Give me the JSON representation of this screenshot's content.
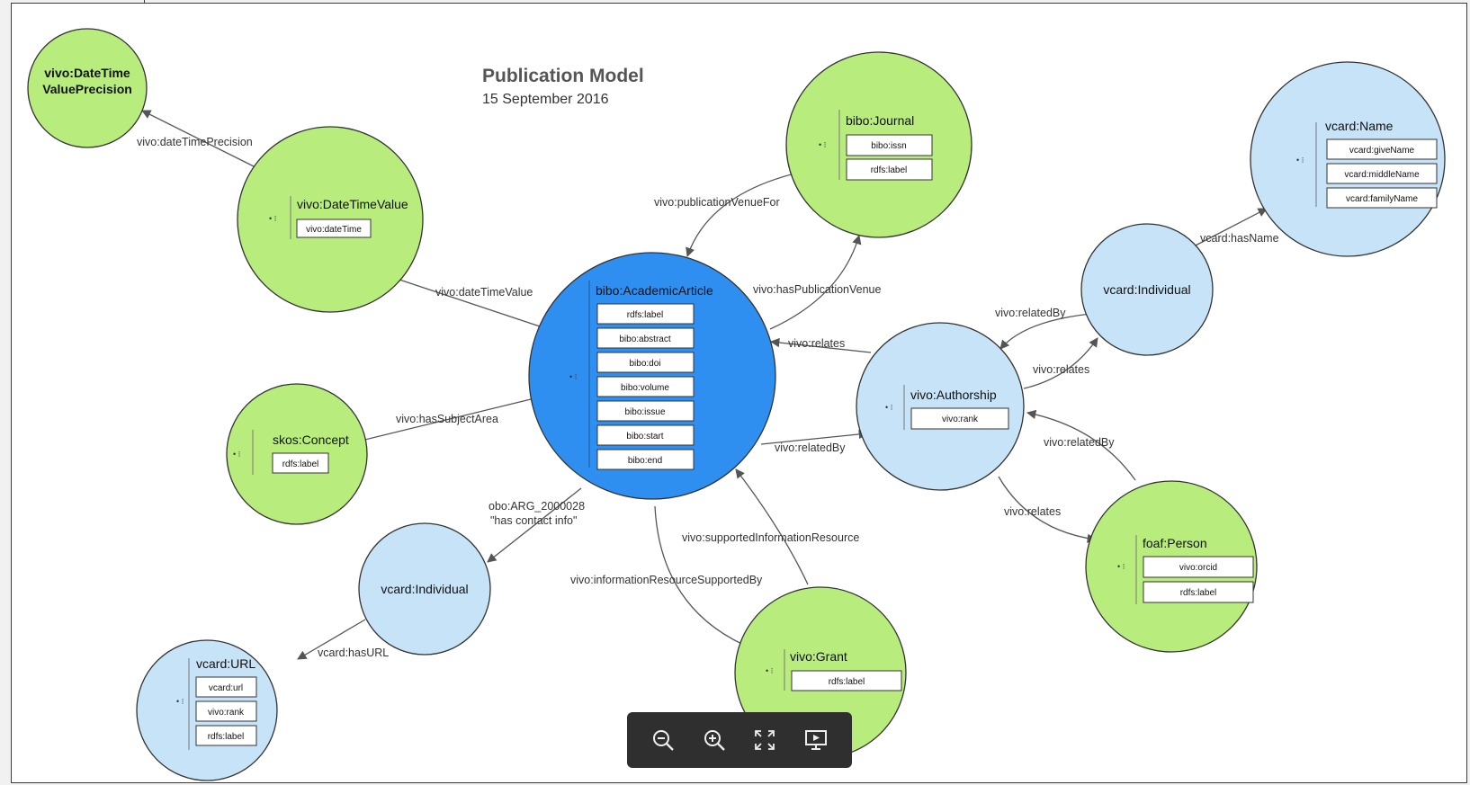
{
  "title": "Publication Model",
  "date": "15 September 2016",
  "colors": {
    "green": "#b8ec7c",
    "light_blue": "#c6e3f8",
    "blue": "#2e8ff0",
    "toolbar": "#2f2f2f"
  },
  "nodes": {
    "precision": {
      "title_line1": "vivo:DateTime",
      "title_line2": "ValuePrecision",
      "color": "green"
    },
    "datetimevalue": {
      "title": "vivo:DateTimeValue",
      "props": [
        "vivo:dateTime"
      ],
      "color": "green"
    },
    "journal": {
      "title": "bibo:Journal",
      "props": [
        "bibo:issn",
        "rdfs:label"
      ],
      "color": "green"
    },
    "name": {
      "title": "vcard:Name",
      "props": [
        "vcard:giveName",
        "vcard:middleName",
        "vcard:familyName"
      ],
      "color": "light_blue"
    },
    "article": {
      "title": "bibo:AcademicArticle",
      "props": [
        "rdfs:label",
        "bibo:abstract",
        "bibo:doi",
        "bibo:volume",
        "bibo:issue",
        "bibo:start",
        "bibo:end"
      ],
      "color": "blue"
    },
    "individual_right": {
      "title": "vcard:Individual",
      "color": "light_blue"
    },
    "authorship": {
      "title": "vivo:Authorship",
      "props": [
        "vivo:rank"
      ],
      "color": "light_blue"
    },
    "concept": {
      "title": "skos:Concept",
      "props": [
        "rdfs:label"
      ],
      "color": "green"
    },
    "individual_left": {
      "title": "vcard:Individual",
      "color": "light_blue"
    },
    "url": {
      "title": "vcard:URL",
      "props": [
        "vcard:url",
        "vivo:rank",
        "rdfs:label"
      ],
      "color": "light_blue"
    },
    "grant": {
      "title": "vivo:Grant",
      "props": [
        "rdfs:label"
      ],
      "color": "green"
    },
    "person": {
      "title": "foaf:Person",
      "props": [
        "vivo:orcid",
        "rdfs:label"
      ],
      "color": "green"
    }
  },
  "edges": {
    "dateTimePrecision": "vivo:dateTimePrecision",
    "dateTimeValue": "vivo:dateTimeValue",
    "publicationVenueFor": "vivo:publicationVenueFor",
    "hasPublicationVenue": "vivo:hasPublicationVenue",
    "hasName": "vcard:hasName",
    "relatedBy_top": "vivo:relatedBy",
    "relates_top": "vivo:relates",
    "relates_mid": "vivo:relates",
    "relatedBy_article": "vivo:relatedBy",
    "relatedBy_person": "vivo:relatedBy",
    "relates_person": "vivo:relates",
    "hasSubjectArea": "vivo:hasSubjectArea",
    "contact_line1": "obo:ARG_2000028",
    "contact_line2": "\"has contact info\"",
    "hasURL": "vcard:hasURL",
    "supportedInformationResource": "vivo:supportedInformationResource",
    "informationResourceSupportedBy": "vivo:informationResourceSupportedBy"
  },
  "toolbar": {
    "zoom_out": "zoom-out-icon",
    "zoom_in": "zoom-in-icon",
    "fit": "fit-screen-icon",
    "present": "presentation-icon"
  }
}
